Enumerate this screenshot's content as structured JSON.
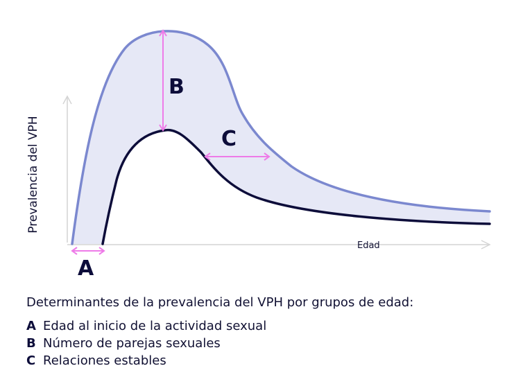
{
  "diagram": {
    "y_axis_label": "Prevalencia del VPH",
    "x_axis_label": "Edad",
    "markers": [
      "A",
      "B",
      "C"
    ],
    "colors": {
      "upper_curve": "#7b88cf",
      "lower_curve": "#0d0d3a",
      "fill": "#e6e8f6",
      "arrows": "#ee7be8",
      "axes": "#d4d4d4"
    }
  },
  "caption": {
    "title": "Determinantes de la prevalencia del VPH por grupos de edad:",
    "items": [
      {
        "key": "A",
        "text": "Edad al inicio de la actividad sexual"
      },
      {
        "key": "B",
        "text": "Número de parejas sexuales"
      },
      {
        "key": "C",
        "text": "Relaciones estables"
      }
    ]
  }
}
